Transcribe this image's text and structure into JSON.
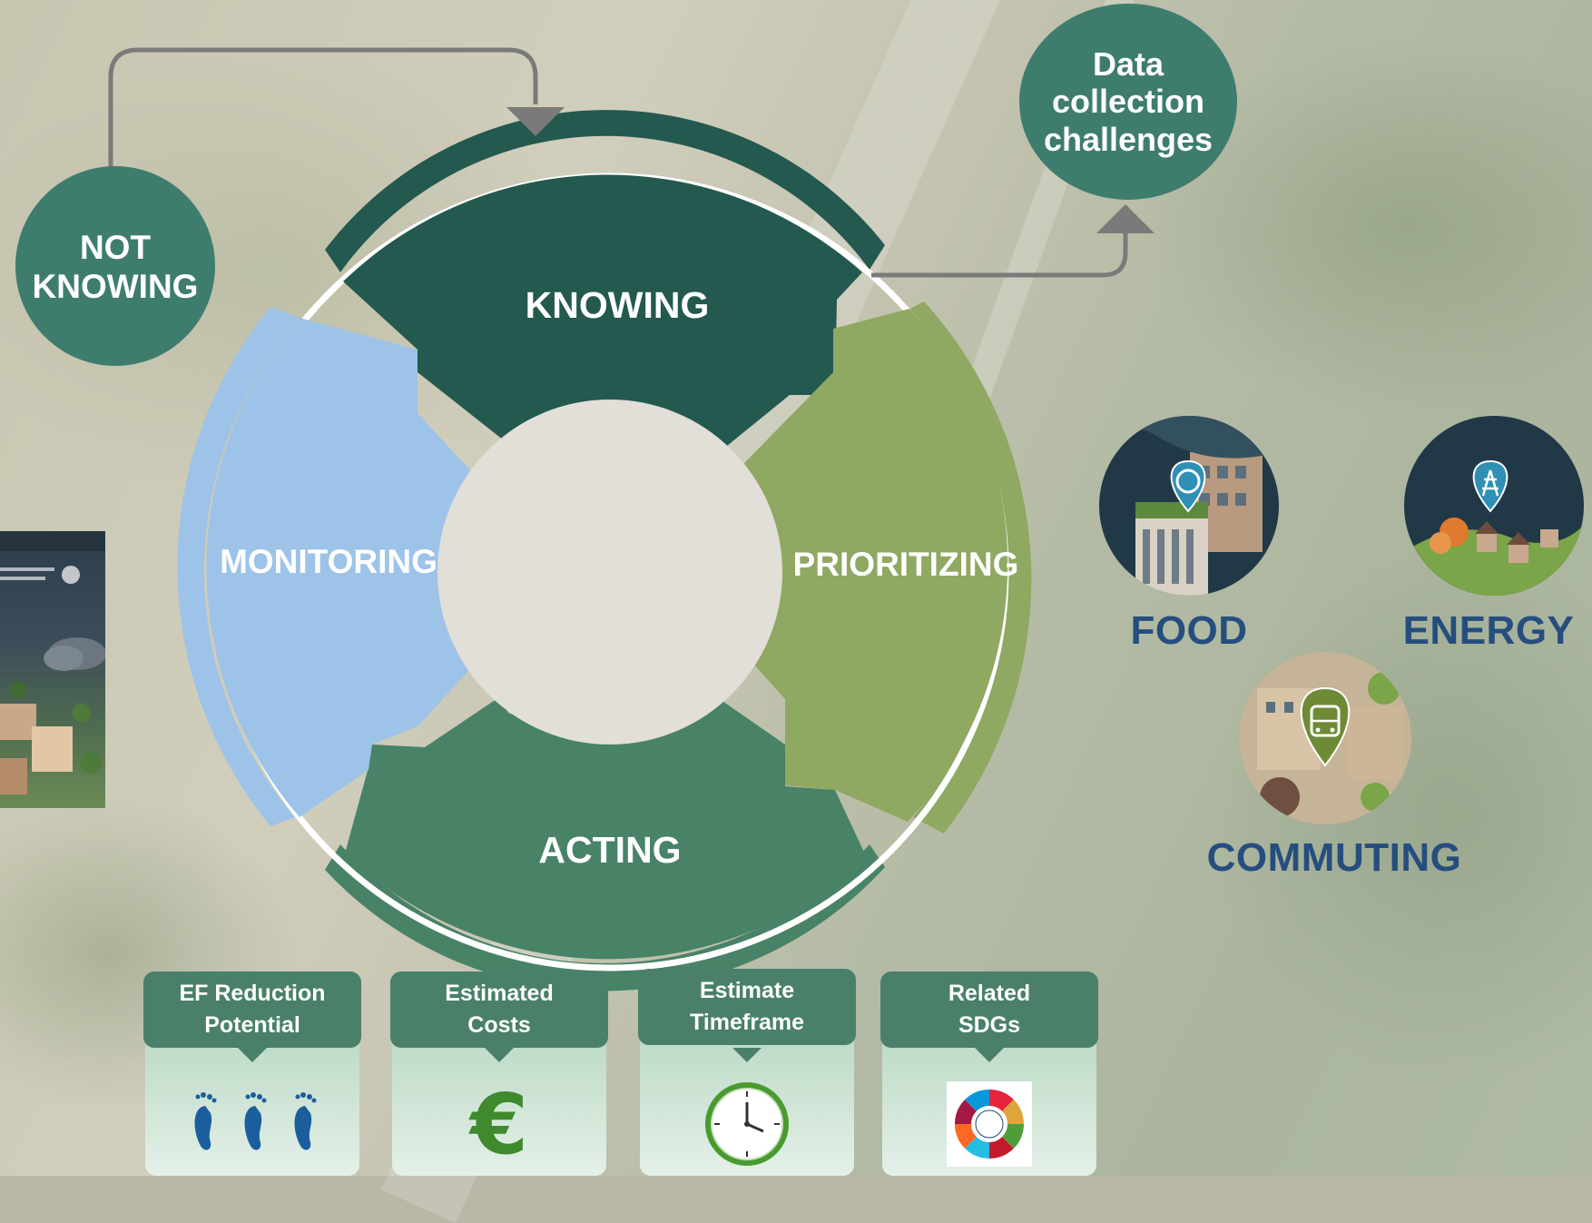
{
  "cycle": {
    "not_knowing": [
      "NOT",
      "KNOWING"
    ],
    "data_collection": [
      "Data",
      "collection",
      "challenges"
    ],
    "segments": {
      "knowing": "KNOWING",
      "prioritizing": "PRIORITIZING",
      "acting": "ACTING",
      "monitoring": "MONITORING"
    }
  },
  "topics": {
    "food": "FOOD",
    "energy": "ENERGY",
    "commuting": "COMMUTING"
  },
  "cards": [
    {
      "line1": "EF Reduction",
      "line2": "Potential",
      "icon": "footprint-icon"
    },
    {
      "line1": "Estimated",
      "line2": "Costs",
      "icon": "euro-icon",
      "symbol": "€"
    },
    {
      "line1": "Estimate",
      "line2": "Timeframe",
      "icon": "clock-icon"
    },
    {
      "line1": "Related",
      "line2": "SDGs",
      "icon": "sdg-wheel-icon"
    }
  ],
  "colors": {
    "knowing": "#23594f",
    "prioritizing": "#8fa862",
    "acting": "#488267",
    "monitoring": "#9dc3e8",
    "center": "#e2ded8",
    "circle": "#3e7d6e",
    "topic_text": "#254e7f"
  }
}
